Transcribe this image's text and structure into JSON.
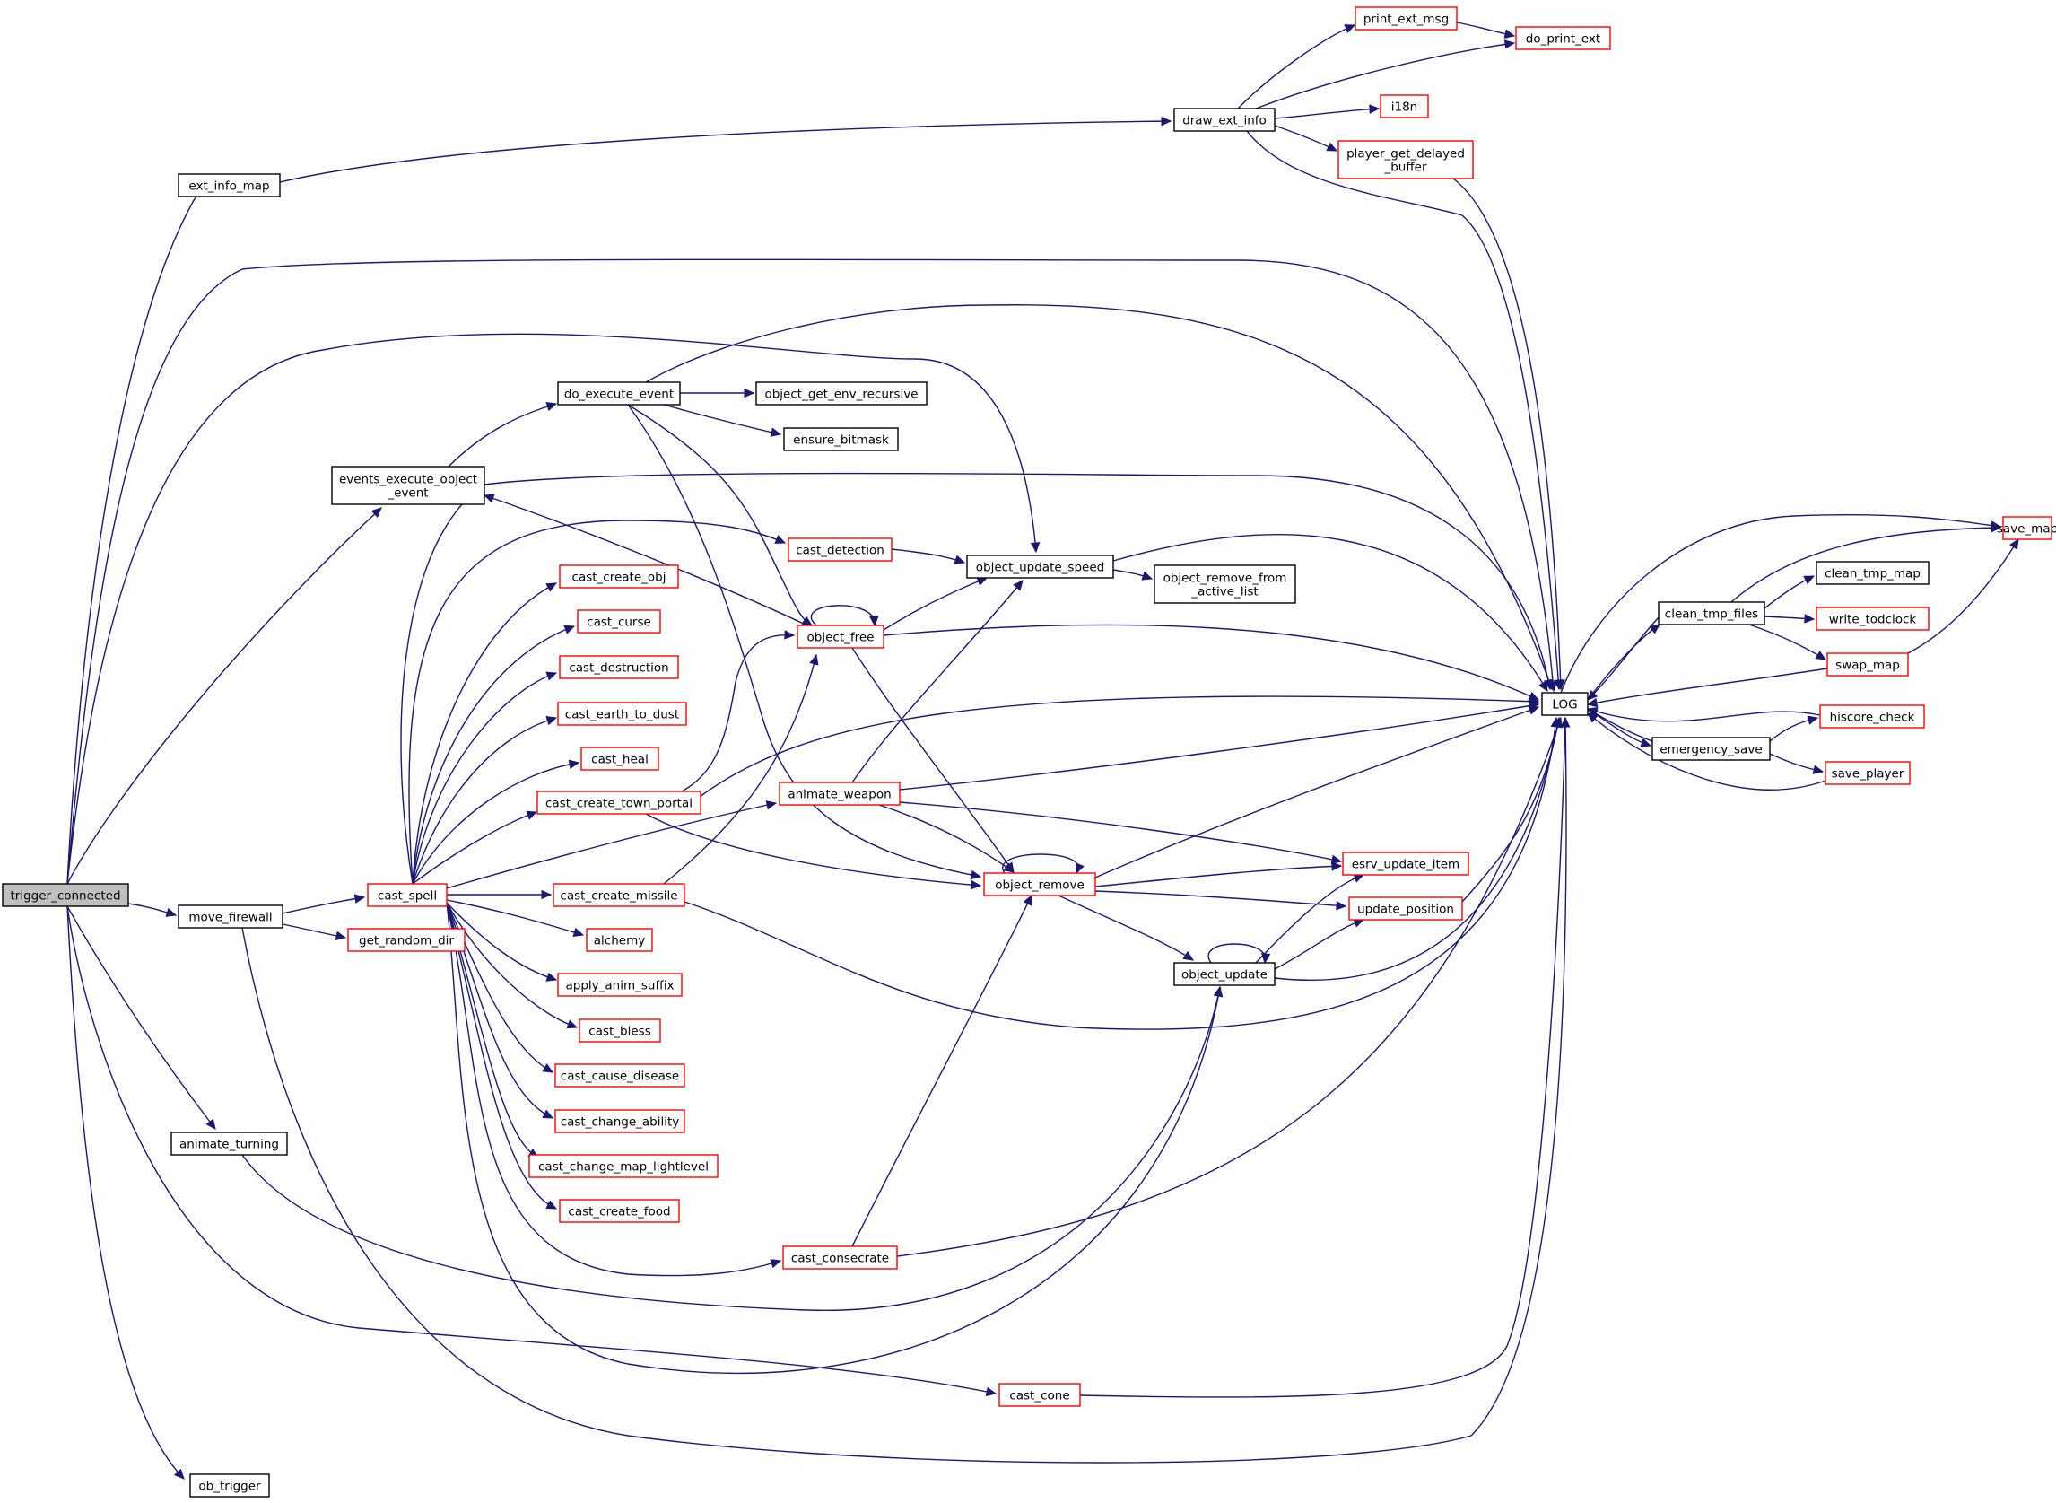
{
  "diagram": {
    "type": "call-graph",
    "colors": {
      "edge": "#191970",
      "root_fill": "#bfbfbf",
      "truncated_border": "#ff0000",
      "normal_border": "#000000"
    },
    "nodes": [
      {
        "id": "trigger_connected",
        "lines": [
          "trigger_connected"
        ],
        "style": "root"
      },
      {
        "id": "ext_info_map",
        "lines": [
          "ext_info_map"
        ],
        "style": "plain"
      },
      {
        "id": "events_execute_object_event",
        "lines": [
          "events_execute_object",
          "_event"
        ],
        "style": "plain"
      },
      {
        "id": "move_firewall",
        "lines": [
          "move_firewall"
        ],
        "style": "plain"
      },
      {
        "id": "animate_turning",
        "lines": [
          "animate_turning"
        ],
        "style": "plain"
      },
      {
        "id": "ob_trigger",
        "lines": [
          "ob_trigger"
        ],
        "style": "plain"
      },
      {
        "id": "cast_spell",
        "lines": [
          "cast_spell"
        ],
        "style": "red"
      },
      {
        "id": "get_random_dir",
        "lines": [
          "get_random_dir"
        ],
        "style": "red"
      },
      {
        "id": "do_execute_event",
        "lines": [
          "do_execute_event"
        ],
        "style": "plain"
      },
      {
        "id": "object_get_env_recursive",
        "lines": [
          "object_get_env_recursive"
        ],
        "style": "plain"
      },
      {
        "id": "ensure_bitmask",
        "lines": [
          "ensure_bitmask"
        ],
        "style": "plain"
      },
      {
        "id": "cast_create_obj",
        "lines": [
          "cast_create_obj"
        ],
        "style": "red"
      },
      {
        "id": "cast_curse",
        "lines": [
          "cast_curse"
        ],
        "style": "red"
      },
      {
        "id": "cast_destruction",
        "lines": [
          "cast_destruction"
        ],
        "style": "red"
      },
      {
        "id": "cast_earth_to_dust",
        "lines": [
          "cast_earth_to_dust"
        ],
        "style": "red"
      },
      {
        "id": "cast_heal",
        "lines": [
          "cast_heal"
        ],
        "style": "red"
      },
      {
        "id": "cast_create_town_portal",
        "lines": [
          "cast_create_town_portal"
        ],
        "style": "red"
      },
      {
        "id": "cast_create_missile",
        "lines": [
          "cast_create_missile"
        ],
        "style": "red"
      },
      {
        "id": "alchemy",
        "lines": [
          "alchemy"
        ],
        "style": "red"
      },
      {
        "id": "apply_anim_suffix",
        "lines": [
          "apply_anim_suffix"
        ],
        "style": "red"
      },
      {
        "id": "cast_bless",
        "lines": [
          "cast_bless"
        ],
        "style": "red"
      },
      {
        "id": "cast_cause_disease",
        "lines": [
          "cast_cause_disease"
        ],
        "style": "red"
      },
      {
        "id": "cast_change_ability",
        "lines": [
          "cast_change_ability"
        ],
        "style": "red"
      },
      {
        "id": "cast_change_map_lightlevel",
        "lines": [
          "cast_change_map_lightlevel"
        ],
        "style": "red"
      },
      {
        "id": "cast_create_food",
        "lines": [
          "cast_create_food"
        ],
        "style": "red"
      },
      {
        "id": "cast_consecrate",
        "lines": [
          "cast_consecrate"
        ],
        "style": "red"
      },
      {
        "id": "cast_cone",
        "lines": [
          "cast_cone"
        ],
        "style": "red"
      },
      {
        "id": "cast_detection",
        "lines": [
          "cast_detection"
        ],
        "style": "red"
      },
      {
        "id": "object_free",
        "lines": [
          "object_free"
        ],
        "style": "red"
      },
      {
        "id": "animate_weapon",
        "lines": [
          "animate_weapon"
        ],
        "style": "red"
      },
      {
        "id": "object_update_speed",
        "lines": [
          "object_update_speed"
        ],
        "style": "plain"
      },
      {
        "id": "object_remove_from_active_list",
        "lines": [
          "object_remove_from",
          "_active_list"
        ],
        "style": "plain"
      },
      {
        "id": "object_remove",
        "lines": [
          "object_remove"
        ],
        "style": "red"
      },
      {
        "id": "object_update",
        "lines": [
          "object_update"
        ],
        "style": "plain"
      },
      {
        "id": "draw_ext_info",
        "lines": [
          "draw_ext_info"
        ],
        "style": "plain"
      },
      {
        "id": "print_ext_msg",
        "lines": [
          "print_ext_msg"
        ],
        "style": "red"
      },
      {
        "id": "do_print_ext",
        "lines": [
          "do_print_ext"
        ],
        "style": "red"
      },
      {
        "id": "i18n",
        "lines": [
          "i18n"
        ],
        "style": "red"
      },
      {
        "id": "player_get_delayed_buffer",
        "lines": [
          "player_get_delayed",
          "_buffer"
        ],
        "style": "red"
      },
      {
        "id": "esrv_update_item",
        "lines": [
          "esrv_update_item"
        ],
        "style": "red"
      },
      {
        "id": "update_position",
        "lines": [
          "update_position"
        ],
        "style": "red"
      },
      {
        "id": "LOG",
        "lines": [
          "LOG"
        ],
        "style": "plain"
      },
      {
        "id": "clean_tmp_files",
        "lines": [
          "clean_tmp_files"
        ],
        "style": "plain"
      },
      {
        "id": "emergency_save",
        "lines": [
          "emergency_save"
        ],
        "style": "plain"
      },
      {
        "id": "save_map",
        "lines": [
          "save_map"
        ],
        "style": "red"
      },
      {
        "id": "clean_tmp_map",
        "lines": [
          "clean_tmp_map"
        ],
        "style": "plain"
      },
      {
        "id": "write_todclock",
        "lines": [
          "write_todclock"
        ],
        "style": "red"
      },
      {
        "id": "swap_map",
        "lines": [
          "swap_map"
        ],
        "style": "red"
      },
      {
        "id": "hiscore_check",
        "lines": [
          "hiscore_check"
        ],
        "style": "red"
      },
      {
        "id": "save_player",
        "lines": [
          "save_player"
        ],
        "style": "red"
      }
    ],
    "edges": [
      [
        "trigger_connected",
        "ext_info_map"
      ],
      [
        "trigger_connected",
        "LOG"
      ],
      [
        "trigger_connected",
        "object_update_speed"
      ],
      [
        "trigger_connected",
        "events_execute_object_event"
      ],
      [
        "trigger_connected",
        "move_firewall"
      ],
      [
        "trigger_connected",
        "animate_turning"
      ],
      [
        "trigger_connected",
        "cast_cone"
      ],
      [
        "trigger_connected",
        "ob_trigger"
      ],
      [
        "ext_info_map",
        "draw_ext_info"
      ],
      [
        "draw_ext_info",
        "print_ext_msg"
      ],
      [
        "draw_ext_info",
        "do_print_ext"
      ],
      [
        "draw_ext_info",
        "i18n"
      ],
      [
        "draw_ext_info",
        "player_get_delayed_buffer"
      ],
      [
        "draw_ext_info",
        "LOG"
      ],
      [
        "print_ext_msg",
        "do_print_ext"
      ],
      [
        "player_get_delayed_buffer",
        "LOG"
      ],
      [
        "events_execute_object_event",
        "do_execute_event"
      ],
      [
        "do_execute_event",
        "object_get_env_recursive"
      ],
      [
        "do_execute_event",
        "ensure_bitmask"
      ],
      [
        "do_execute_event",
        "LOG"
      ],
      [
        "do_execute_event",
        "object_free"
      ],
      [
        "do_execute_event",
        "object_remove"
      ],
      [
        "move_firewall",
        "cast_spell"
      ],
      [
        "move_firewall",
        "get_random_dir"
      ],
      [
        "move_firewall",
        "LOG"
      ],
      [
        "cast_spell",
        "LOG"
      ],
      [
        "cast_spell",
        "cast_detection"
      ],
      [
        "cast_spell",
        "cast_create_obj"
      ],
      [
        "cast_spell",
        "cast_curse"
      ],
      [
        "cast_spell",
        "cast_destruction"
      ],
      [
        "cast_spell",
        "cast_earth_to_dust"
      ],
      [
        "cast_spell",
        "cast_heal"
      ],
      [
        "cast_spell",
        "cast_create_town_portal"
      ],
      [
        "cast_spell",
        "animate_weapon"
      ],
      [
        "cast_spell",
        "cast_create_missile"
      ],
      [
        "cast_spell",
        "alchemy"
      ],
      [
        "cast_spell",
        "apply_anim_suffix"
      ],
      [
        "cast_spell",
        "cast_bless"
      ],
      [
        "cast_spell",
        "cast_cause_disease"
      ],
      [
        "cast_spell",
        "cast_change_ability"
      ],
      [
        "cast_spell",
        "cast_change_map_lightlevel"
      ],
      [
        "cast_spell",
        "cast_create_food"
      ],
      [
        "cast_spell",
        "cast_consecrate"
      ],
      [
        "cast_spell",
        "object_update"
      ],
      [
        "cast_detection",
        "object_update_speed"
      ],
      [
        "object_free",
        "events_execute_object_event"
      ],
      [
        "object_free",
        "object_free"
      ],
      [
        "object_free",
        "object_update_speed"
      ],
      [
        "object_free",
        "LOG"
      ],
      [
        "object_free",
        "object_remove"
      ],
      [
        "object_update_speed",
        "object_remove_from_active_list"
      ],
      [
        "object_update_speed",
        "LOG"
      ],
      [
        "cast_create_town_portal",
        "object_free"
      ],
      [
        "cast_create_town_portal",
        "LOG"
      ],
      [
        "cast_create_town_portal",
        "object_remove"
      ],
      [
        "cast_create_missile",
        "object_free"
      ],
      [
        "cast_create_missile",
        "LOG"
      ],
      [
        "animate_weapon",
        "object_update_speed"
      ],
      [
        "animate_weapon",
        "LOG"
      ],
      [
        "animate_weapon",
        "object_remove"
      ],
      [
        "animate_weapon",
        "esrv_update_item"
      ],
      [
        "object_remove",
        "object_remove"
      ],
      [
        "object_remove",
        "LOG"
      ],
      [
        "object_remove",
        "esrv_update_item"
      ],
      [
        "object_remove",
        "update_position"
      ],
      [
        "object_remove",
        "object_update"
      ],
      [
        "object_update",
        "object_update"
      ],
      [
        "object_update",
        "esrv_update_item"
      ],
      [
        "object_update",
        "update_position"
      ],
      [
        "object_update",
        "LOG"
      ],
      [
        "update_position",
        "LOG"
      ],
      [
        "cast_consecrate",
        "object_remove"
      ],
      [
        "cast_consecrate",
        "LOG"
      ],
      [
        "animate_turning",
        "object_update"
      ],
      [
        "cast_cone",
        "LOG"
      ],
      [
        "LOG",
        "clean_tmp_files"
      ],
      [
        "LOG",
        "save_map"
      ],
      [
        "LOG",
        "emergency_save"
      ],
      [
        "clean_tmp_files",
        "clean_tmp_map"
      ],
      [
        "clean_tmp_files",
        "write_todclock"
      ],
      [
        "clean_tmp_files",
        "save_map"
      ],
      [
        "clean_tmp_files",
        "swap_map"
      ],
      [
        "clean_tmp_files",
        "LOG"
      ],
      [
        "swap_map",
        "save_map"
      ],
      [
        "swap_map",
        "LOG"
      ],
      [
        "emergency_save",
        "hiscore_check"
      ],
      [
        "emergency_save",
        "save_player"
      ],
      [
        "emergency_save",
        "LOG"
      ],
      [
        "hiscore_check",
        "LOG"
      ],
      [
        "save_player",
        "LOG"
      ]
    ]
  }
}
